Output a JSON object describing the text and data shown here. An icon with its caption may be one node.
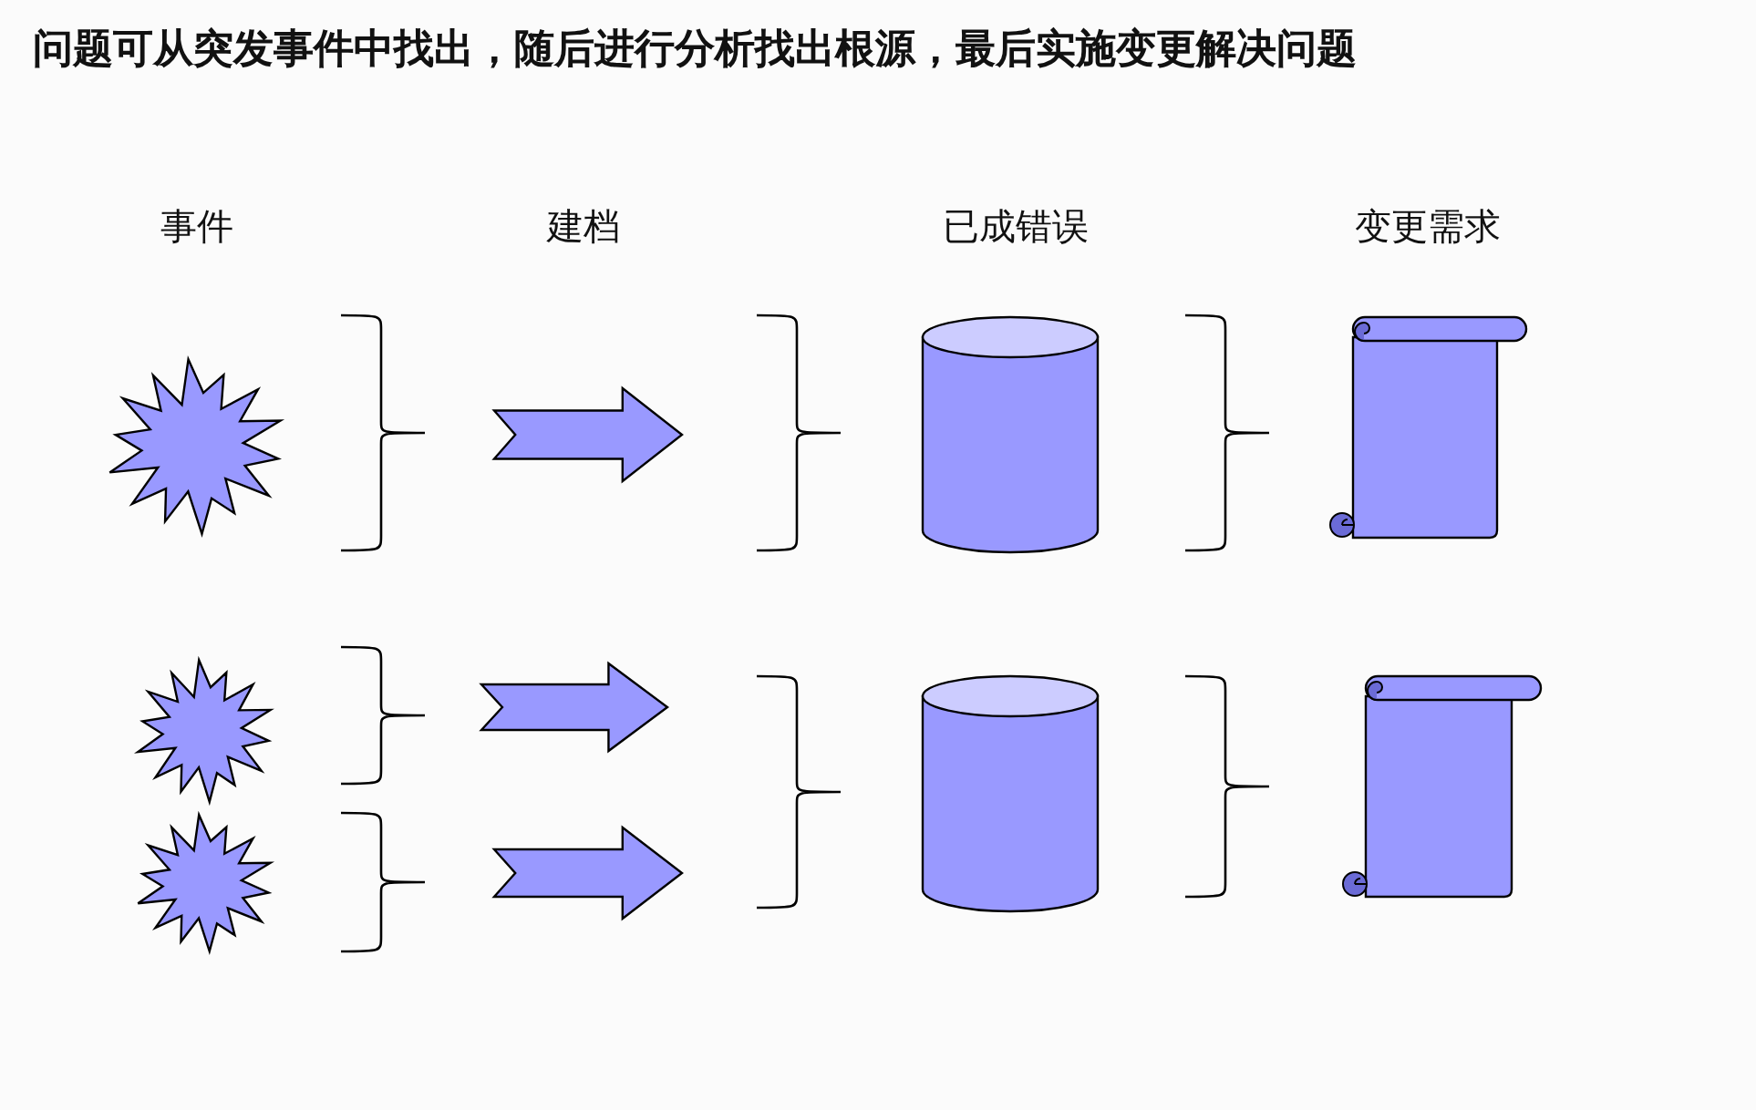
{
  "diagram": {
    "title": "问题可从突发事件中找出，随后进行分析找出根源，最后实施变更解决问题",
    "nodes": [
      {
        "text": [],
        "shape": "star"
      },
      {
        "text": [],
        "shape": "arrow"
      },
      {
        "text": [],
        "shape": "cylinder"
      },
      {
        "text": [],
        "shape": "scroll"
      },
      {
        "text": [],
        "shape": "star"
      },
      {
        "text": [],
        "shape": "arrow"
      },
      {
        "text": [],
        "shape": "cylinder"
      },
      {
        "text": [],
        "shape": "scroll"
      },
      {
        "text": [],
        "shape": "star"
      },
      {
        "text": [],
        "shape": "arrow"
      }
    ],
    "labels": [
      "事件",
      "建档",
      "已成错误",
      "变更需求"
    ]
  }
}
